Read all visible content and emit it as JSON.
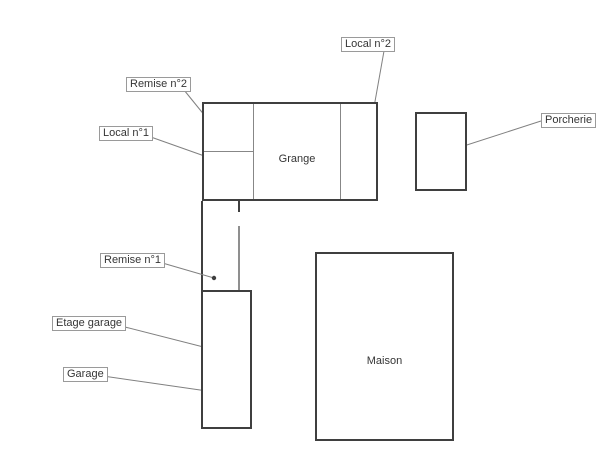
{
  "plan": {
    "rooms": {
      "grange": "Grange",
      "maison": "Maison"
    },
    "callouts": {
      "local_n2": "Local n°2",
      "remise_n2": "Remise n°2",
      "local_n1": "Local n°1",
      "porcherie": "Porcherie",
      "remise_n1": "Remise n°1",
      "etage_garage": "Etage garage",
      "garage": "Garage"
    },
    "colors": {
      "background": "#ffffff",
      "wall": "#3f3f3f",
      "partition": "#878787",
      "leader": "#808080",
      "label_border": "#9a9a9a",
      "text": "#353535"
    }
  }
}
